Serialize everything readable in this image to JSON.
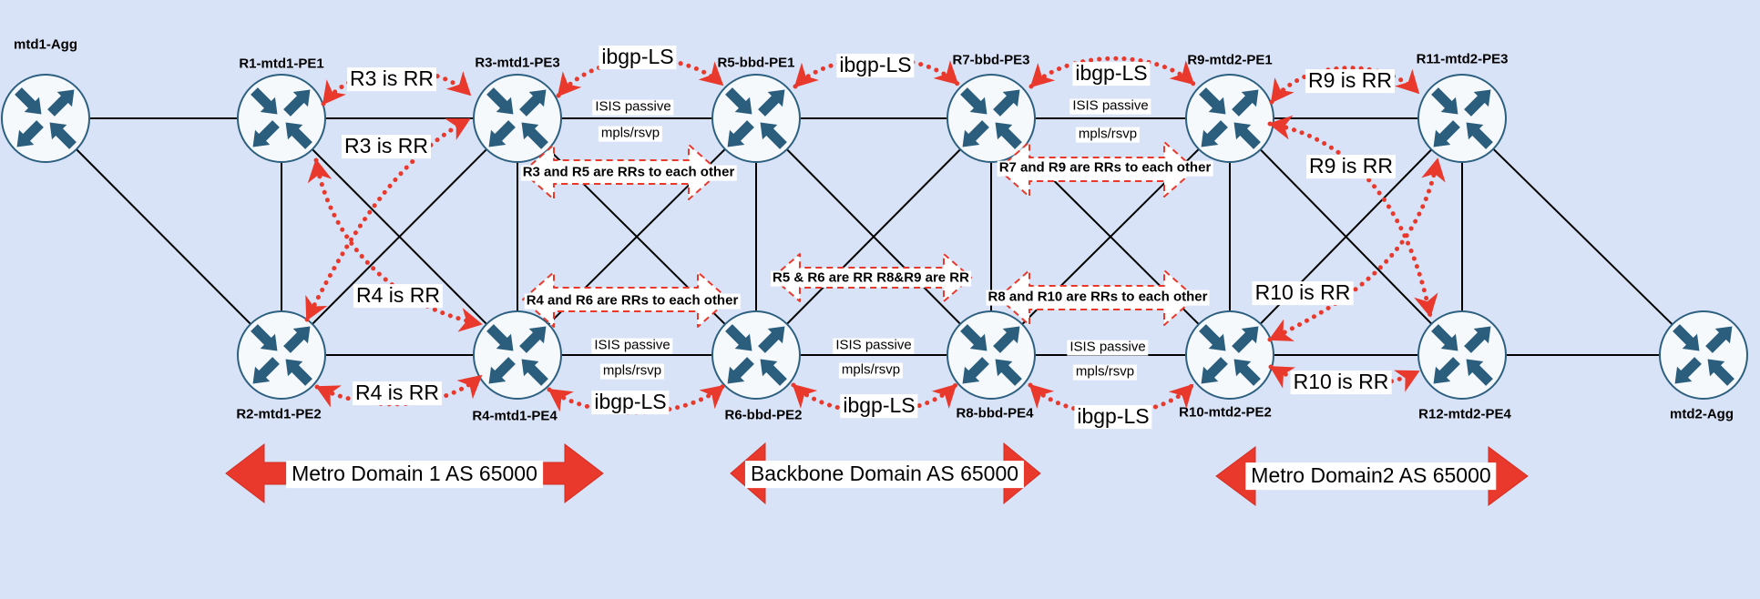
{
  "colors": {
    "background": "#d9e3f7",
    "link_line": "#000000",
    "router_fill": "#f6f9fb",
    "router_stroke": "#2d6080",
    "router_arrow": "#2b5d7c",
    "red_accent": "#e8392c",
    "label_background": "#ffffff"
  },
  "routers": {
    "mtd1_agg": "mtd1-Agg",
    "r1": "R1-mtd1-PE1",
    "r2": "R2-mtd1-PE2",
    "r3": "R3-mtd1-PE3",
    "r4": "R4-mtd1-PE4",
    "r5": "R5-bbd-PE1",
    "r6": "R6-bbd-PE2",
    "r7": "R7-bbd-PE3",
    "r8": "R8-bbd-PE4",
    "r9": "R9-mtd2-PE1",
    "r10": "R10-mtd2-PE2",
    "r11": "R11-mtd2-PE3",
    "r12": "R12-mtd2-PE4",
    "mtd2_agg": "mtd2-Agg"
  },
  "session_labels": {
    "r3_is_rr": "R3 is RR",
    "r4_is_rr": "R4 is RR",
    "r9_is_rr": "R9 is RR",
    "r10_is_rr": "R10 is RR",
    "ibgp_ls": "ibgp-LS"
  },
  "link_labels": {
    "isis_passive": "ISIS passive",
    "mpls_rsvp": "mpls/rsvp"
  },
  "rr_pair_labels": {
    "r3_r5": "R3 and R5 are RRs to each other",
    "r4_r6": "R4 and R6 are RRs to each other",
    "r7_r9": "R7 and R9 are RRs to each other",
    "r8_r10": "R8 and R10 are RRs to each other",
    "bbd_mid": "R5 & R6 are RR R8&R9 are RR"
  },
  "domains": {
    "metro1": "Metro Domain 1 AS 65000",
    "backbone": "Backbone Domain AS 65000",
    "metro2": "Metro Domain2 AS 65000"
  }
}
